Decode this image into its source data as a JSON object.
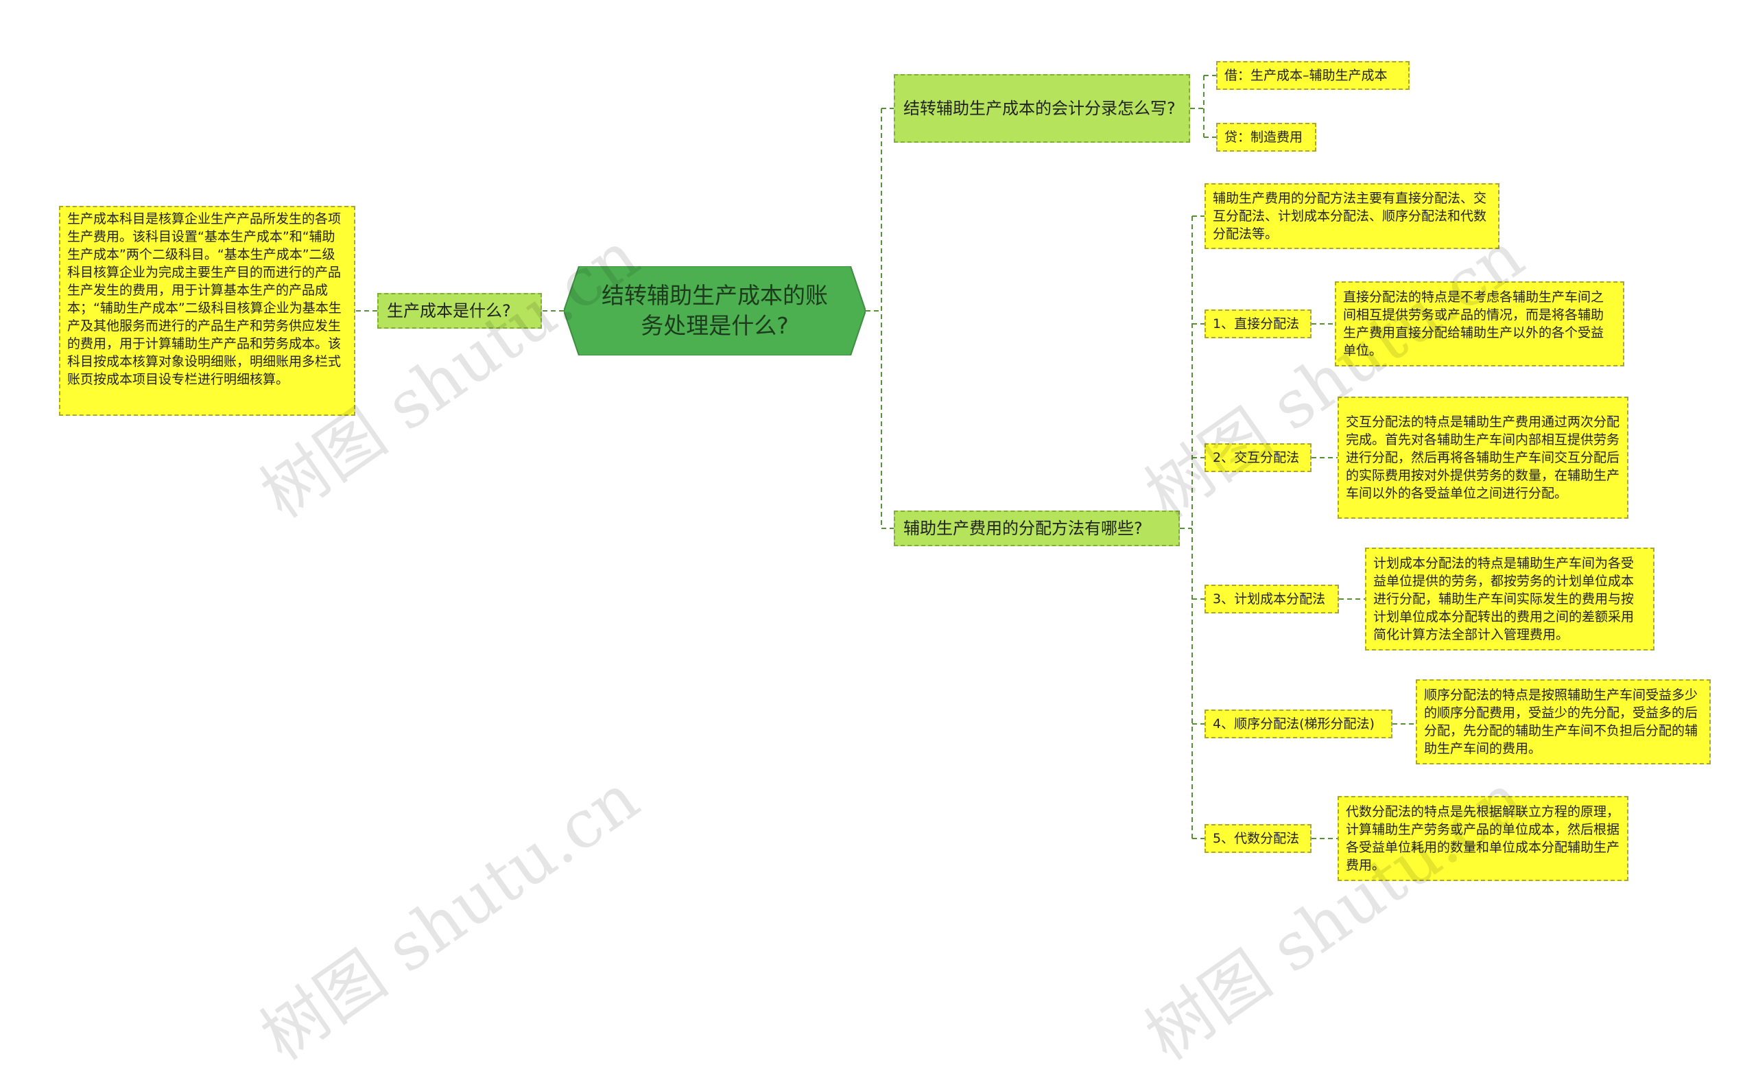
{
  "root": {
    "label": "结转辅助生产成本的账务处理是什么?"
  },
  "left": {
    "topic": "生产成本是什么?",
    "detail": "生产成本科目是核算企业生产产品所发生的各项生产费用。该科目设置“基本生产成本”和“辅助生产成本”两个二级科目。“基本生产成本”二级科目核算企业为完成主要生产目的而进行的产品生产发生的费用，用于计算基本生产的产品成本；“辅助生产成本”二级科目核算企业为基本生产及其他服务而进行的产品生产和劳务供应发生的费用，用于计算辅助生产产品和劳务成本。该科目按成本核算对象设明细账，明细账用多栏式账页按成本项目设专栏进行明细核算。"
  },
  "branch1": {
    "topic": "结转辅助生产成本的会计分录怎么写?",
    "debit": "借：生产成本–辅助生产成本",
    "credit": "贷：制造费用"
  },
  "branch2": {
    "topic": "辅助生产费用的分配方法有哪些?",
    "intro": "辅助生产费用的分配方法主要有直接分配法、交互分配法、计划成本分配法、顺序分配法和代数分配法等。",
    "methods": [
      {
        "label": "1、直接分配法",
        "detail": "直接分配法的特点是不考虑各辅助生产车间之间相互提供劳务或产品的情况，而是将各辅助生产费用直接分配给辅助生产以外的各个受益单位。"
      },
      {
        "label": "2、交互分配法",
        "detail": "交互分配法的特点是辅助生产费用通过两次分配完成。首先对各辅助生产车间内部相互提供劳务进行分配，然后再将各辅助生产车间交互分配后的实际费用按对外提供劳务的数量，在辅助生产车间以外的各受益单位之间进行分配。"
      },
      {
        "label": "3、计划成本分配法",
        "detail": "计划成本分配法的特点是辅助生产车间为各受益单位提供的劳务，都按劳务的计划单位成本进行分配，辅助生产车间实际发生的费用与按计划单位成本分配转出的费用之间的差额采用简化计算方法全部计入管理费用。"
      },
      {
        "label": "4、顺序分配法(梯形分配法)",
        "detail": "顺序分配法的特点是按照辅助生产车间受益多少的顺序分配费用，受益少的先分配，受益多的后分配，先分配的辅助生产车间不负担后分配的辅助生产车间的费用。"
      },
      {
        "label": "5、代数分配法",
        "detail": "代数分配法的特点是先根据解联立方程的原理，计算辅助生产劳务或产品的单位成本，然后根据各受益单位耗用的数量和单位成本分配辅助生产费用。"
      }
    ]
  },
  "watermarks": [
    "树图 shutu.cn",
    "树图 shutu.cn",
    "树图 shutu.cn",
    "树图 shutu.cn"
  ],
  "colors": {
    "root_fill": "#4caf50",
    "topic_fill": "#b5e35b",
    "leaf_fill": "#ffff33",
    "connector": "#5a8f3a"
  }
}
